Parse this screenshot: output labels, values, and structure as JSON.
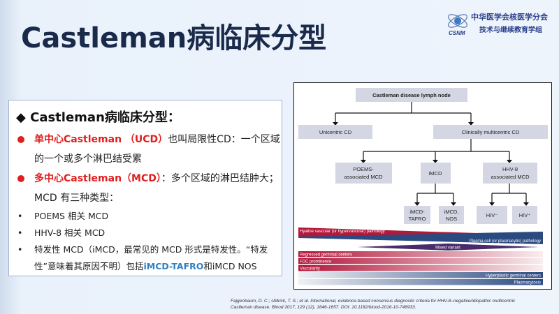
{
  "title": "Castleman病临床分型",
  "logo": {
    "line1": "中华医学会核医学分会",
    "line2": "技术与继续教育学组",
    "mark": "CSNM"
  },
  "left": {
    "heading": "◆ Castleman病临床分型：",
    "items": [
      {
        "red": "单中心Castleman （UCD）",
        "text": "也叫局限性CD：一个区域的一个或多个淋巴结受累"
      },
      {
        "red": "多中心Castleman（MCD）",
        "text": "：多个区域的淋巴结肿大；MCD 有三种类型："
      }
    ],
    "sub": [
      {
        "text": "POEMS 相关 MCD"
      },
      {
        "text": "HHV-8 相关 MCD"
      },
      {
        "text": "特发性 MCD（iMCD，最常见的 MCD 形式是特发性。“特发性”意味着其原因不明）包括",
        "blue": "iMCD-TAFRO",
        "after": "和iMCD NOS"
      }
    ]
  },
  "figure": {
    "root": "Castleman disease lymph node",
    "unicentric": "Unicentric CD",
    "multicentric": "Clinically multicentric CD",
    "poems1": "POEMS-",
    "poems2": "associated MCD",
    "imcd": "iMCD",
    "hhv1": "HHV-8",
    "hhv2": "associated MCD",
    "tafro1": "iMCD-",
    "tafro2": "TAFRO",
    "nos1": "iMCD,",
    "nos2": "NOS",
    "hivneg": "HIV⁻",
    "hivpos": "HIV⁺",
    "hyaline": "Hyaline vascular (or hypervascular) pathology",
    "plasma": "Plasma cell (or plasmacytic) pathology",
    "mixed": "Mixed variant",
    "regressed": "Regressed germinal centers",
    "fdc": "FDC prominence",
    "vascularity": "Vascularity",
    "hyperplastic": "Hyperplastic germinal centers",
    "plasmacytosis": "Plasmacytosis",
    "colors": {
      "red": "#b3173a",
      "blue": "#2b4a80",
      "purple": "#4a2a6a",
      "box": "#d4d7e3"
    }
  },
  "citation": {
    "line1": "Fajgenbaum, D. C.; Uldrick, T. S.; et al. International, evidence-based consensus diagnostic criteria for HHV-8–negative/idiopathic multicentric",
    "line2": "Castleman disease. Blood 2017, 129 (12), 1646-1657. DOI: 10.1182/blood-2016-10-746933."
  }
}
